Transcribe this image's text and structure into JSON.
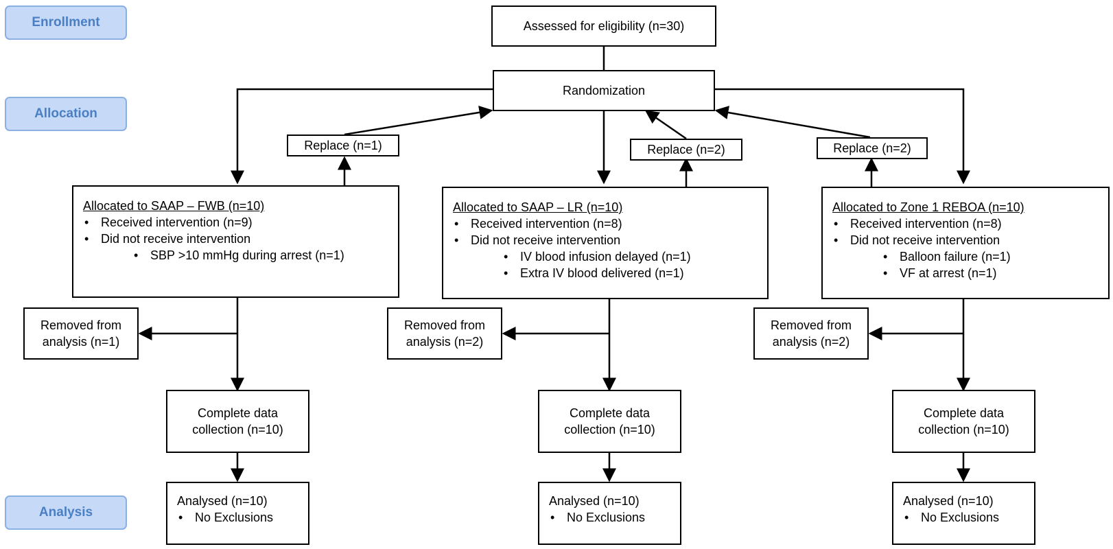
{
  "stages": {
    "enrollment": "Enrollment",
    "allocation": "Allocation",
    "analysis": "Analysis"
  },
  "assessed": "Assessed for eligibility (n=30)",
  "randomization": "Randomization",
  "replace": {
    "fwb": "Replace (n=1)",
    "lr": "Replace (n=2)",
    "reboa": "Replace (n=2)"
  },
  "arms": {
    "fwb": {
      "title": "Allocated to SAAP – FWB (n=10)",
      "received": "Received intervention (n=9)",
      "not_received": "Did not receive intervention",
      "reasons": [
        "SBP >10 mmHg during arrest (n=1)"
      ],
      "removed": [
        "Removed from",
        "analysis (n=1)"
      ],
      "complete": [
        "Complete data",
        "collection (n=10)"
      ],
      "analysed": "Analysed (n=10)",
      "exclusions": "No Exclusions"
    },
    "lr": {
      "title": "Allocated to SAAP – LR (n=10)",
      "received": "Received intervention (n=8)",
      "not_received": "Did not receive intervention",
      "reasons": [
        "IV blood infusion delayed (n=1)",
        "Extra IV blood delivered (n=1)"
      ],
      "removed": [
        "Removed from",
        "analysis (n=2)"
      ],
      "complete": [
        "Complete data",
        "collection (n=10)"
      ],
      "analysed": "Analysed (n=10)",
      "exclusions": "No Exclusions"
    },
    "reboa": {
      "title": "Allocated to Zone 1 REBOA (n=10)",
      "received": "Received intervention (n=8)",
      "not_received": "Did not receive intervention",
      "reasons": [
        "Balloon failure (n=1)",
        "VF at arrest (n=1)"
      ],
      "removed": [
        "Removed from",
        "analysis (n=2)"
      ],
      "complete": [
        "Complete data",
        "collection (n=10)"
      ],
      "analysed": "Analysed (n=10)",
      "exclusions": "No Exclusions"
    }
  }
}
